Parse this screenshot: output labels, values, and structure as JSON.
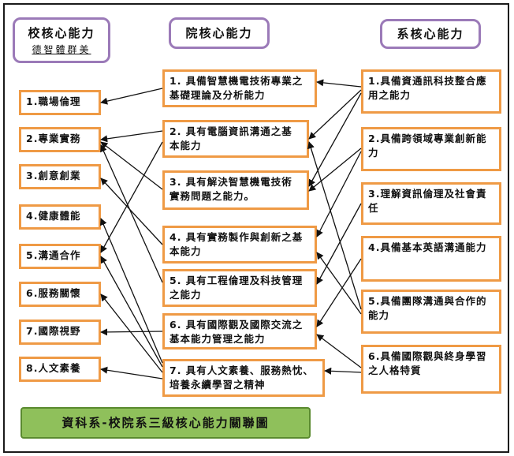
{
  "headers": {
    "school": "校核心能力",
    "school_sub": "德智體群美",
    "college": "院核心能力",
    "department": "系核心能力"
  },
  "school_items": [
    "1.職場倫理",
    "2.專業實務",
    "3.創意創業",
    "4.健康體能",
    "5.溝通合作",
    "6.服務關懷",
    "7.國際視野",
    "8.人文素養"
  ],
  "college_items": [
    "1. 具備智慧機電技術專業之基礎理論及分析能力",
    "2. 具有電腦資訊溝通之基本能力",
    "3. 具有解決智慧機電技術實務問題之能力。",
    "4. 具有實務製作與創新之基本能力",
    "5. 具有工程倫理及科技管理之能力",
    "6. 具有國際觀及國際交流之基本能力管理之能力",
    "7. 具有人文素養、服務熱忱、培養永續學習之精神"
  ],
  "department_items": [
    "1.具備資通訊科技整合應用之能力",
    "2.具備跨領域專業創新能力",
    "3.理解資訊倫理及社會責任",
    "4.具備基本英語溝通能力",
    "5.具備團隊溝通與合作的能力",
    "6.具備國際觀與終身學習之人格特質"
  ],
  "footer_title": "資科系-校院系三級核心能力關聯圖",
  "colors": {
    "box_border": "#ef9a45",
    "header_border": "#9b7ab8",
    "footer_fill": "#8fc05b",
    "arrow": "#111111"
  }
}
